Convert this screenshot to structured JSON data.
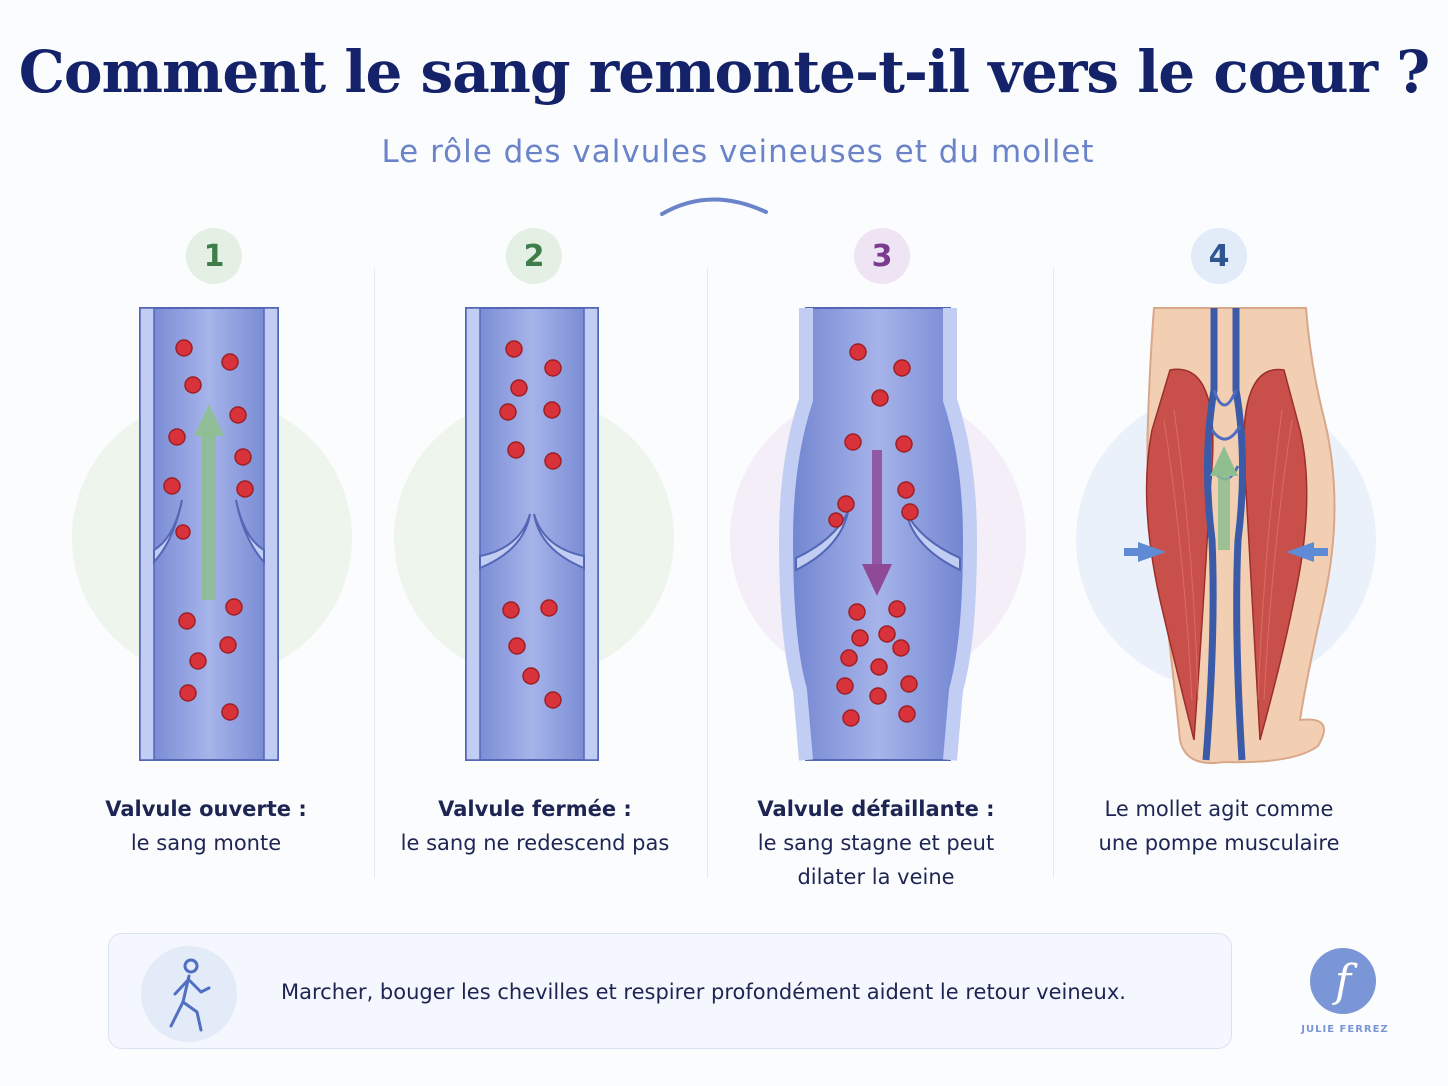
{
  "header": {
    "title": "Comment le sang remonte-t-il vers le cœur ?",
    "subtitle": "Le rôle des valvules veineuses et du mollet"
  },
  "steps": [
    {
      "number": "1",
      "title": "Valvule ouverte :",
      "lines": [
        "le sang monte"
      ],
      "color": "#3f7d4a",
      "badge_bg": "#e3f0e3"
    },
    {
      "number": "2",
      "title": "Valvule fermée :",
      "lines": [
        "le sang ne redescend pas"
      ],
      "color": "#3f7d4a",
      "badge_bg": "#e3f0e3"
    },
    {
      "number": "3",
      "title": "Valvule défaillante :",
      "lines": [
        "le sang stagne et peut",
        "dilater la veine"
      ],
      "color": "#7a3c8c",
      "badge_bg": "#efe4f3"
    },
    {
      "number": "4",
      "title": "",
      "lines": [
        "Le mollet agit comme",
        "une pompe musculaire"
      ],
      "color": "#2f5690",
      "badge_bg": "#e2ebf8"
    }
  ],
  "tip": {
    "text": "Marcher, bouger les chevilles et respirer profondément aident le retour veineux.",
    "icon": "walking-person-icon"
  },
  "brand": {
    "logo_letter": "f",
    "name": "JULIE FERREZ",
    "color": "#7b96d6"
  },
  "colors": {
    "title": "#14226a",
    "subtitle": "#6b84c9",
    "vein": "#7f91d6",
    "vein_wall": "#aebdf0",
    "blood_cell": "#d8333a",
    "arrow_up": "#8fbf8f",
    "arrow_down": "#8e4a97",
    "muscle": "#c9504a"
  }
}
